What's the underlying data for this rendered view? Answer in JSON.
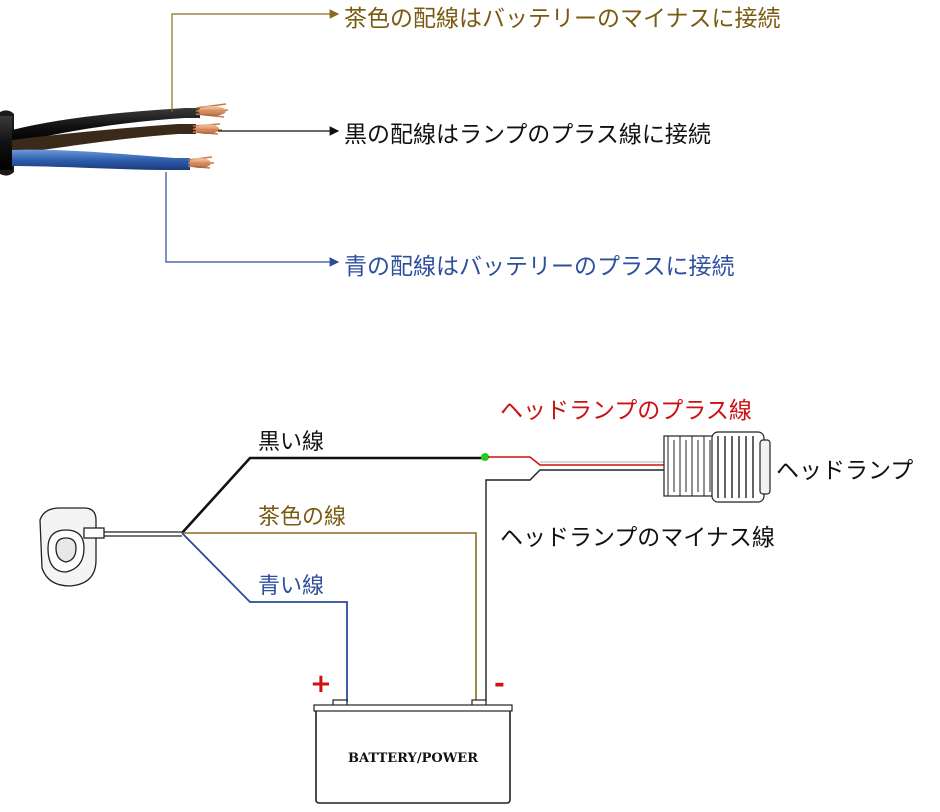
{
  "top_labels": {
    "brown": "茶色の配線はバッテリーのマイナスに接続",
    "black": "黒の配線はランプのプラス線に接続",
    "blue": "青の配線はバッテリーのプラスに接続"
  },
  "bottom_labels": {
    "black_wire": "黒い線",
    "brown_wire": "茶色の線",
    "blue_wire": "青い線",
    "lamp_plus": "ヘッドランプのプラス線",
    "lamp_minus": "ヘッドランプのマイナス線",
    "headlamp": "ヘッドランプ",
    "battery": "BATTERY/POWER",
    "plus_sign": "+",
    "minus_sign": "-"
  },
  "colors": {
    "brown": "#8b6a1e",
    "brown_text": "#7a5a10",
    "black": "#111111",
    "blue": "#2b4a9a",
    "blue_text": "#2d4f9e",
    "red": "#cc1111",
    "green": "#22cc22"
  }
}
